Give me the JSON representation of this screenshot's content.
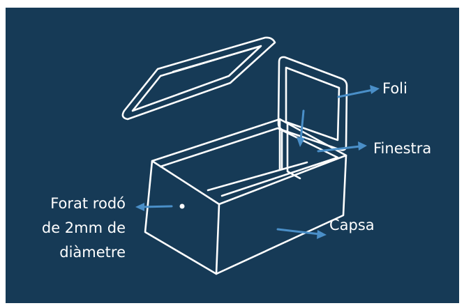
{
  "labels": {
    "foli": "Foli",
    "finestra": "Finestra",
    "capsa": "Capsa",
    "forat": [
      "Forat rodó",
      "de 2mm de",
      "diàmetre"
    ]
  },
  "colors": {
    "background": "#163a56",
    "line": "#ffffff",
    "arrow": "#4a8fc8"
  }
}
